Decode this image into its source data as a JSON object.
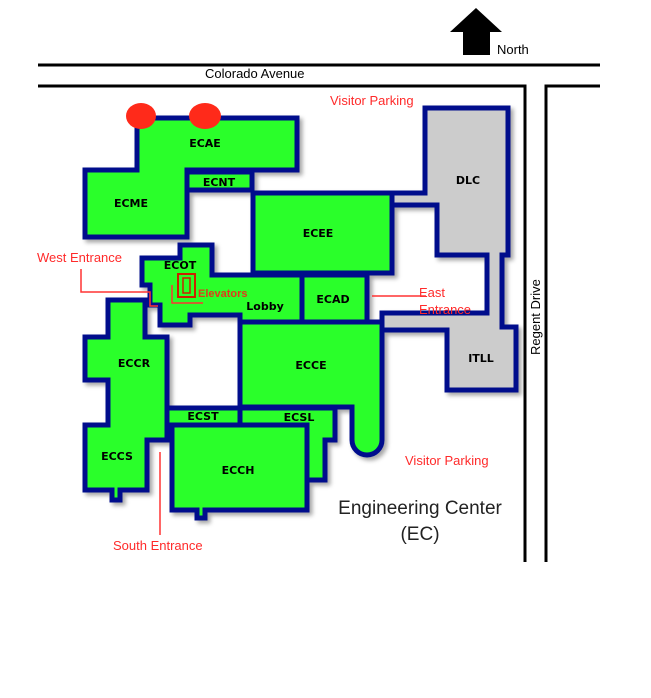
{
  "map": {
    "title_line1": "Engineering Center",
    "title_line2": "(EC)",
    "compass": "North",
    "streets": {
      "north": "Colorado Avenue",
      "east": "Regent Drive"
    },
    "parking": [
      "Visitor Parking",
      "Visitor Parking"
    ],
    "entrances": {
      "west": "West Entrance",
      "east_line1": "East",
      "east_line2": "Entrance",
      "south": "South Entrance",
      "elevators": "Elevators"
    },
    "buildings": {
      "ecae": "ECAE",
      "ecnt": "ECNT",
      "ecme": "ECME",
      "ecee": "ECEE",
      "ecot": "ECOT",
      "lobby": "Lobby",
      "ecad": "ECAD",
      "ecce": "ECCE",
      "eccr": "ECCR",
      "ecst": "ECST",
      "ecsl": "ECSL",
      "eccs": "ECCS",
      "ecch": "ECCH",
      "dlc": "DLC",
      "itll": "ITLL"
    },
    "colors": {
      "building": "#2bff2b",
      "outline": "#00108c",
      "annex": "#cccccc",
      "marker": "#ff2a1a",
      "label_red": "#ff2a2a"
    }
  }
}
